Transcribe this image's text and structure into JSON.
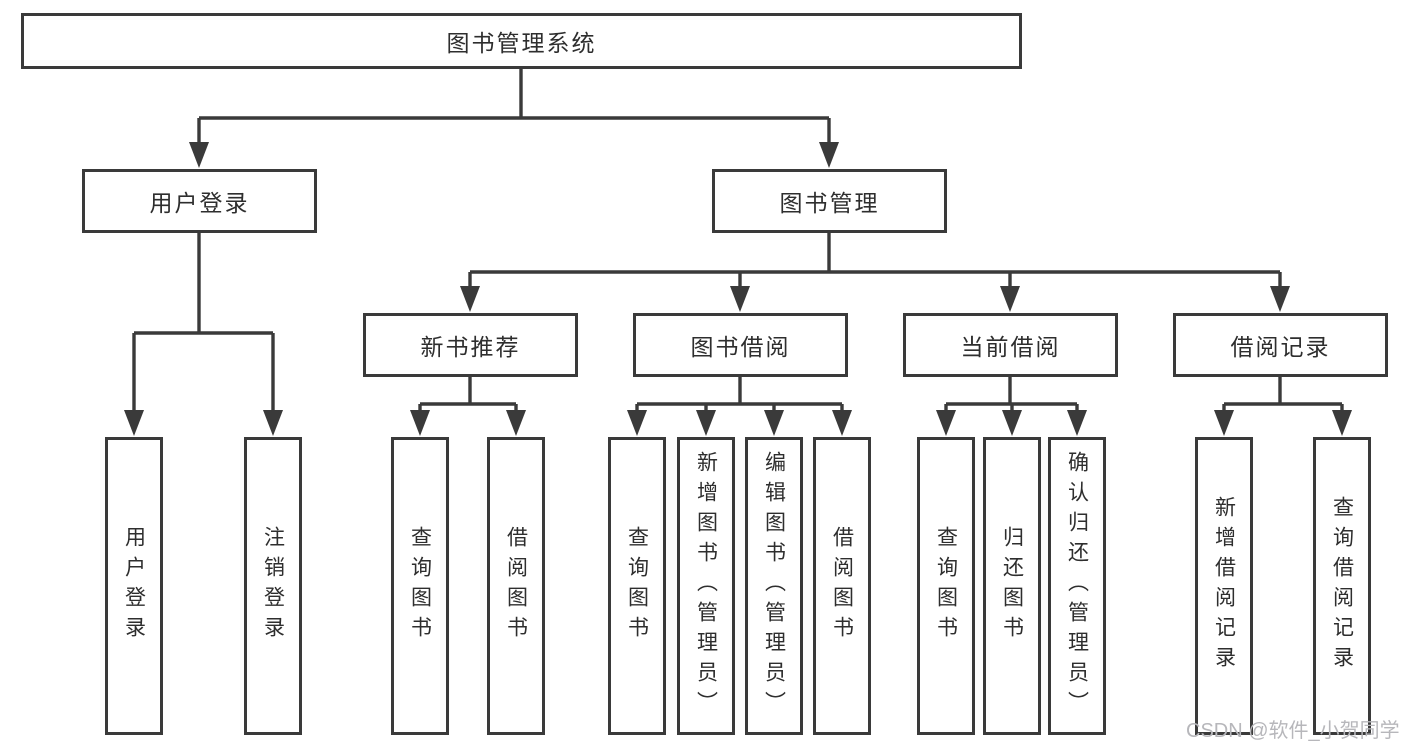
{
  "tree": {
    "label": "图书管理系统",
    "children": [
      {
        "label": "用户登录",
        "children": [
          {
            "label": "用户登录"
          },
          {
            "label": "注销登录"
          }
        ]
      },
      {
        "label": "图书管理",
        "children": [
          {
            "label": "新书推荐",
            "children": [
              {
                "label": "查询图书"
              },
              {
                "label": "借阅图书"
              }
            ]
          },
          {
            "label": "图书借阅",
            "children": [
              {
                "label": "查询图书"
              },
              {
                "label": "新增图书（管理员）"
              },
              {
                "label": "编辑图书（管理员）"
              },
              {
                "label": "借阅图书"
              }
            ]
          },
          {
            "label": "当前借阅",
            "children": [
              {
                "label": "查询图书"
              },
              {
                "label": "归还图书"
              },
              {
                "label": "确认归还（管理员）"
              }
            ]
          },
          {
            "label": "借阅记录",
            "children": [
              {
                "label": "新增借阅记录"
              },
              {
                "label": "查询借阅记录"
              }
            ]
          }
        ]
      }
    ]
  },
  "watermark": {
    "text": "CSDN @软件_小贺同学"
  },
  "colors": {
    "line": "#3a3a3a",
    "text": "#2e2e2e",
    "watermark": "#b7b7bb",
    "background": "#ffffff"
  }
}
